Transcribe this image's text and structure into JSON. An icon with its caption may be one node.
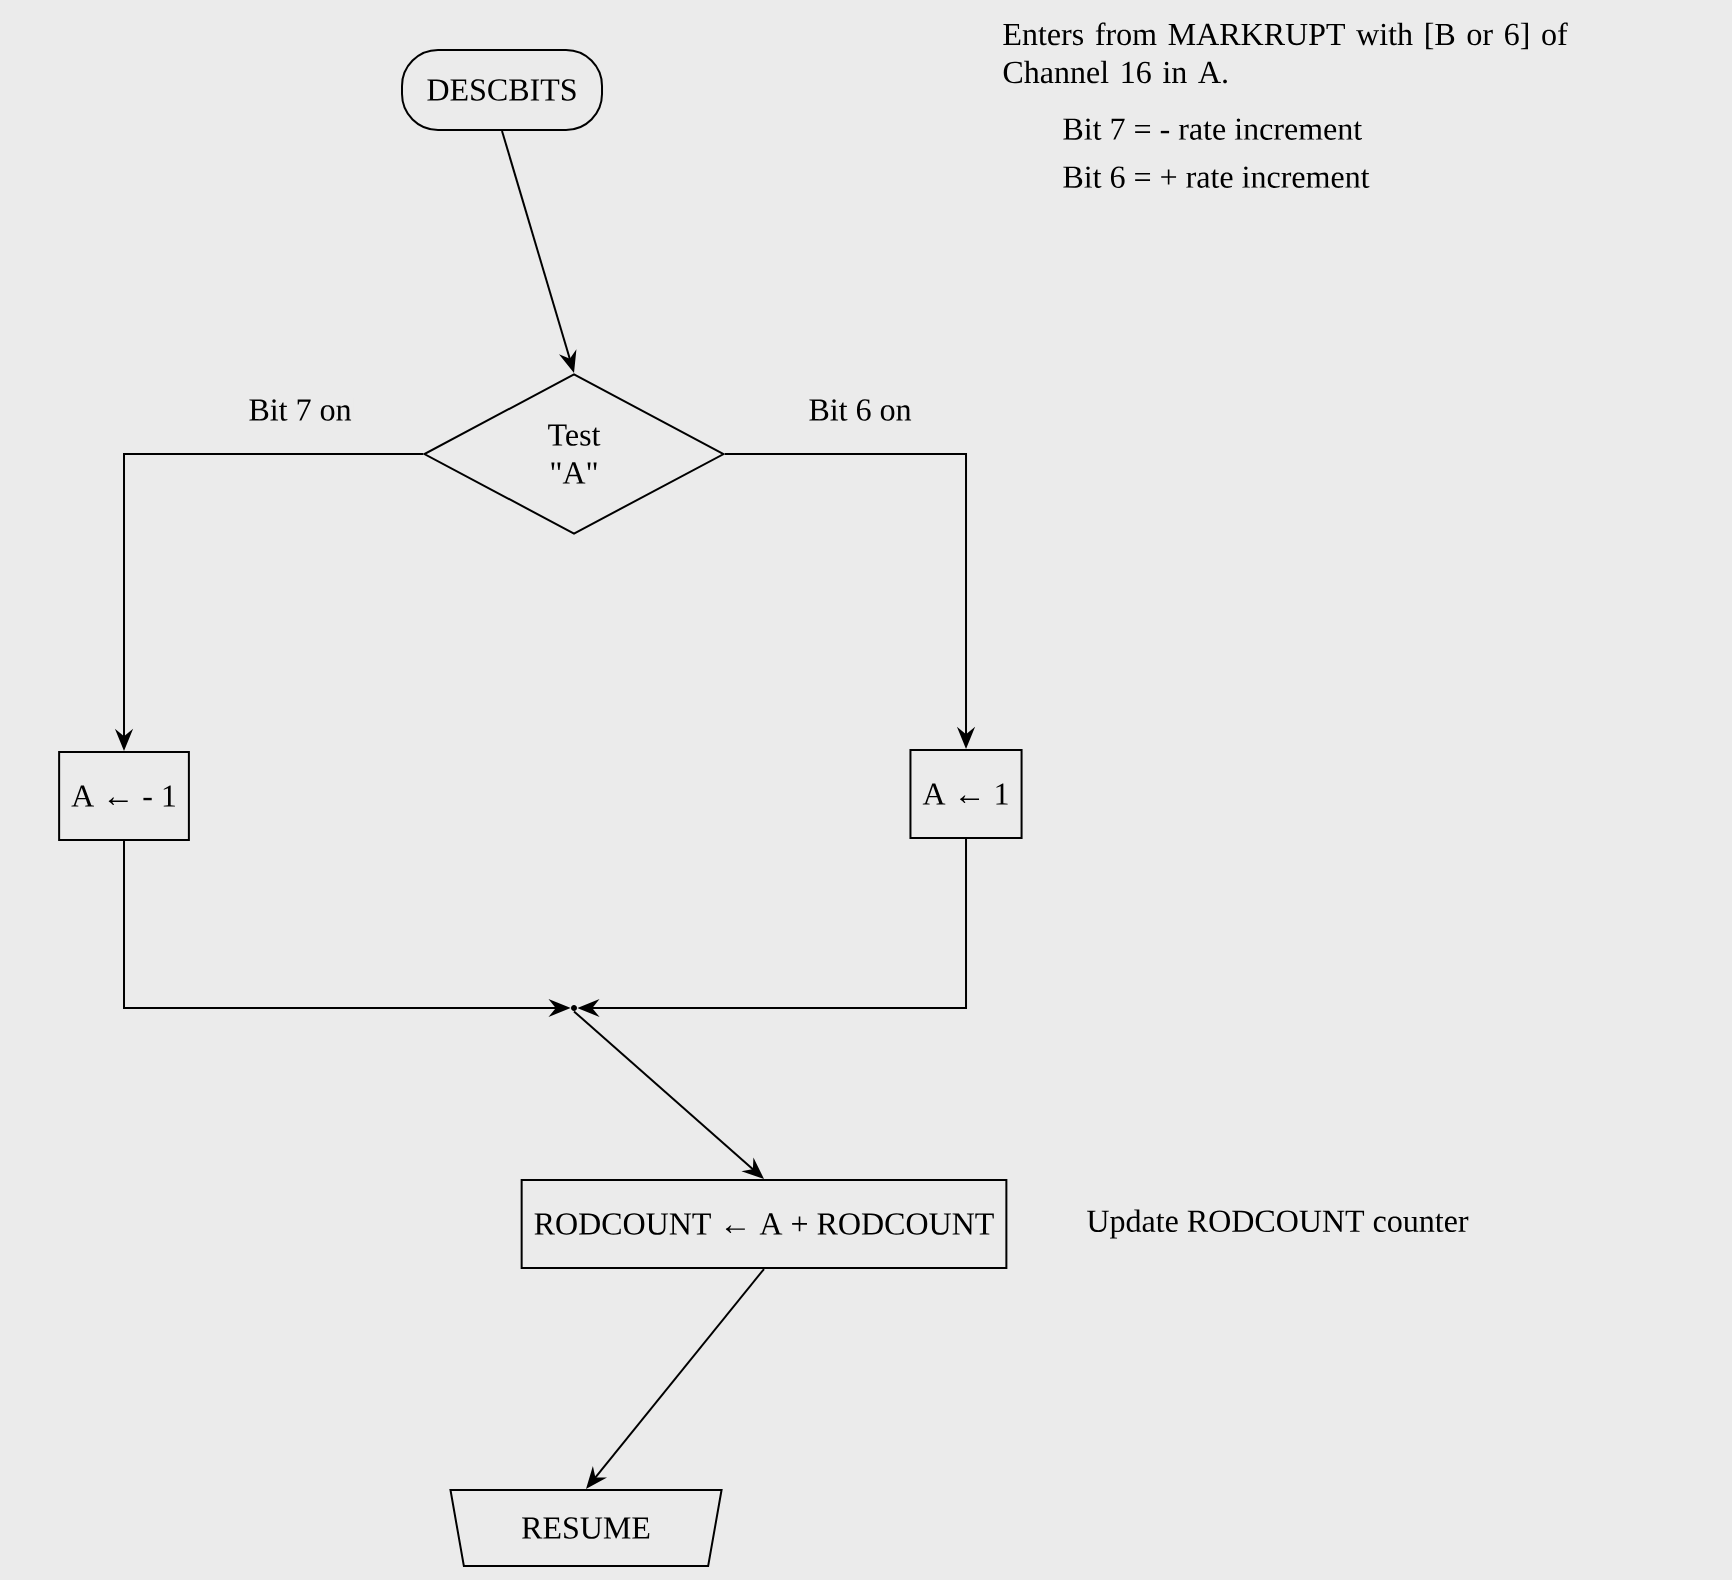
{
  "diagram": {
    "nodes": [
      {
        "text": [
          "DESCBITS"
        ]
      },
      {
        "text": [
          "Test \"A\""
        ]
      },
      {
        "text": [
          "A ← - 1"
        ]
      },
      {
        "text": [
          "A ← 1"
        ]
      },
      {
        "text": [],
        "shape": "point"
      },
      {
        "text": [
          "RODCOUNT ← A + RODCOUNT"
        ],
        "beside": [
          "Update RODCOUNT counter"
        ]
      },
      {
        "text": [
          "RESUME"
        ]
      }
    ],
    "edges": [
      {
        "from": 0,
        "to": 1,
        "arrow": "to"
      },
      {
        "from": 1,
        "to": 2,
        "arrow": "to",
        "label": "Bit 7 on"
      },
      {
        "from": 1,
        "to": 3,
        "arrow": "to",
        "label": "Bit 6 on"
      },
      {
        "from": 2,
        "to": 4,
        "arrow": "to"
      },
      {
        "from": 3,
        "to": 4,
        "arrow": "to"
      },
      {
        "from": 4,
        "to": 5,
        "arrow": "to"
      },
      {
        "from": 5,
        "to": 6,
        "arrow": "to"
      }
    ],
    "labels": [
      "Enters from MARKRUPT with [B or 6] of Channel 16 in A.",
      "Bit 7 = - rate increment",
      "Bit 6 = + rate increment"
    ]
  }
}
